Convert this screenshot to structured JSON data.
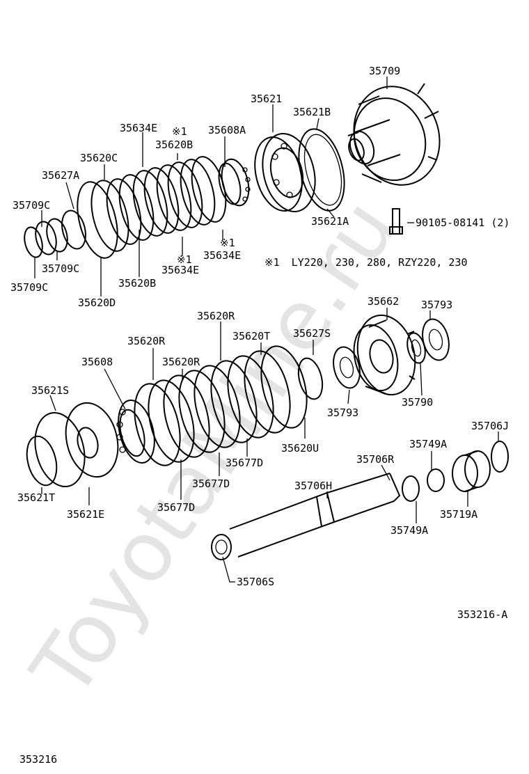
{
  "watermark": "ToyotaMine.ru",
  "diagram_code": "353216-A",
  "page_code": "353216",
  "footnote": {
    "mark": "※1",
    "text": "LY220, 230, 280, RZY220, 230"
  },
  "parts": {
    "p35709": "35709",
    "p35621": "35621",
    "p35621B": "35621B",
    "p35621A": "35621A",
    "p90105": "90105-08141 (2)",
    "p35634E_top": "35634E",
    "p35620B_top": "35620B",
    "p35608A": "35608A",
    "p35620C": "35620C",
    "p35627A": "35627A",
    "p35709C_a": "35709C",
    "p35709C_b": "35709C",
    "p35709C_c": "35709C",
    "p35620D": "35620D",
    "p35620B_bot": "35620B",
    "p35634E_mid": "35634E",
    "p35634E_right": "35634E",
    "p35662": "35662",
    "p35793_a": "35793",
    "p35793_b": "35793",
    "p35790": "35790",
    "p35620R_a": "35620R",
    "p35620R_b": "35620R",
    "p35620R_c": "35620R",
    "p35620T": "35620T",
    "p35627S": "35627S",
    "p35608": "35608",
    "p35621S": "35621S",
    "p35621T": "35621T",
    "p35621E": "35621E",
    "p35620U": "35620U",
    "p35677D_a": "35677D",
    "p35677D_b": "35677D",
    "p35677D_c": "35677D",
    "p35706J": "35706J",
    "p35749A_a": "35749A",
    "p35749A_b": "35749A",
    "p35706R": "35706R",
    "p35706H": "35706H",
    "p35719A": "35719A",
    "p35706S": "35706S"
  }
}
